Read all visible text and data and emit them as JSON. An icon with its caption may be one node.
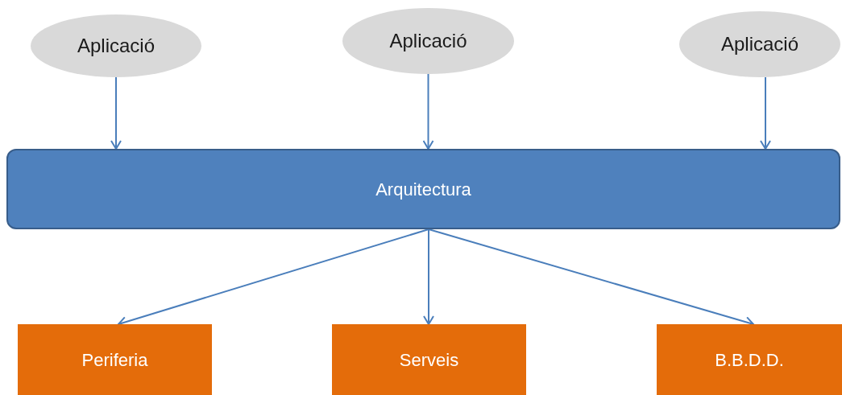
{
  "diagram": {
    "nodes": [
      {
        "text": [
          "Aplicació"
        ]
      },
      {
        "text": [
          "Aplicació"
        ]
      },
      {
        "text": [
          "Aplicació"
        ]
      },
      {
        "text": [
          "Arquitectura"
        ]
      },
      {
        "text": [
          "Periferia"
        ]
      },
      {
        "text": [
          "Serveis"
        ]
      },
      {
        "text": [
          "B.B.D.D."
        ]
      }
    ],
    "edges": [
      {
        "from": 0,
        "to": 3,
        "arrow": "to"
      },
      {
        "from": 1,
        "to": 3,
        "arrow": "to"
      },
      {
        "from": 2,
        "to": 3,
        "arrow": "to"
      },
      {
        "from": 3,
        "to": 4,
        "arrow": "to"
      },
      {
        "from": 3,
        "to": 5,
        "arrow": "to"
      },
      {
        "from": 3,
        "to": 6,
        "arrow": "to"
      }
    ]
  }
}
